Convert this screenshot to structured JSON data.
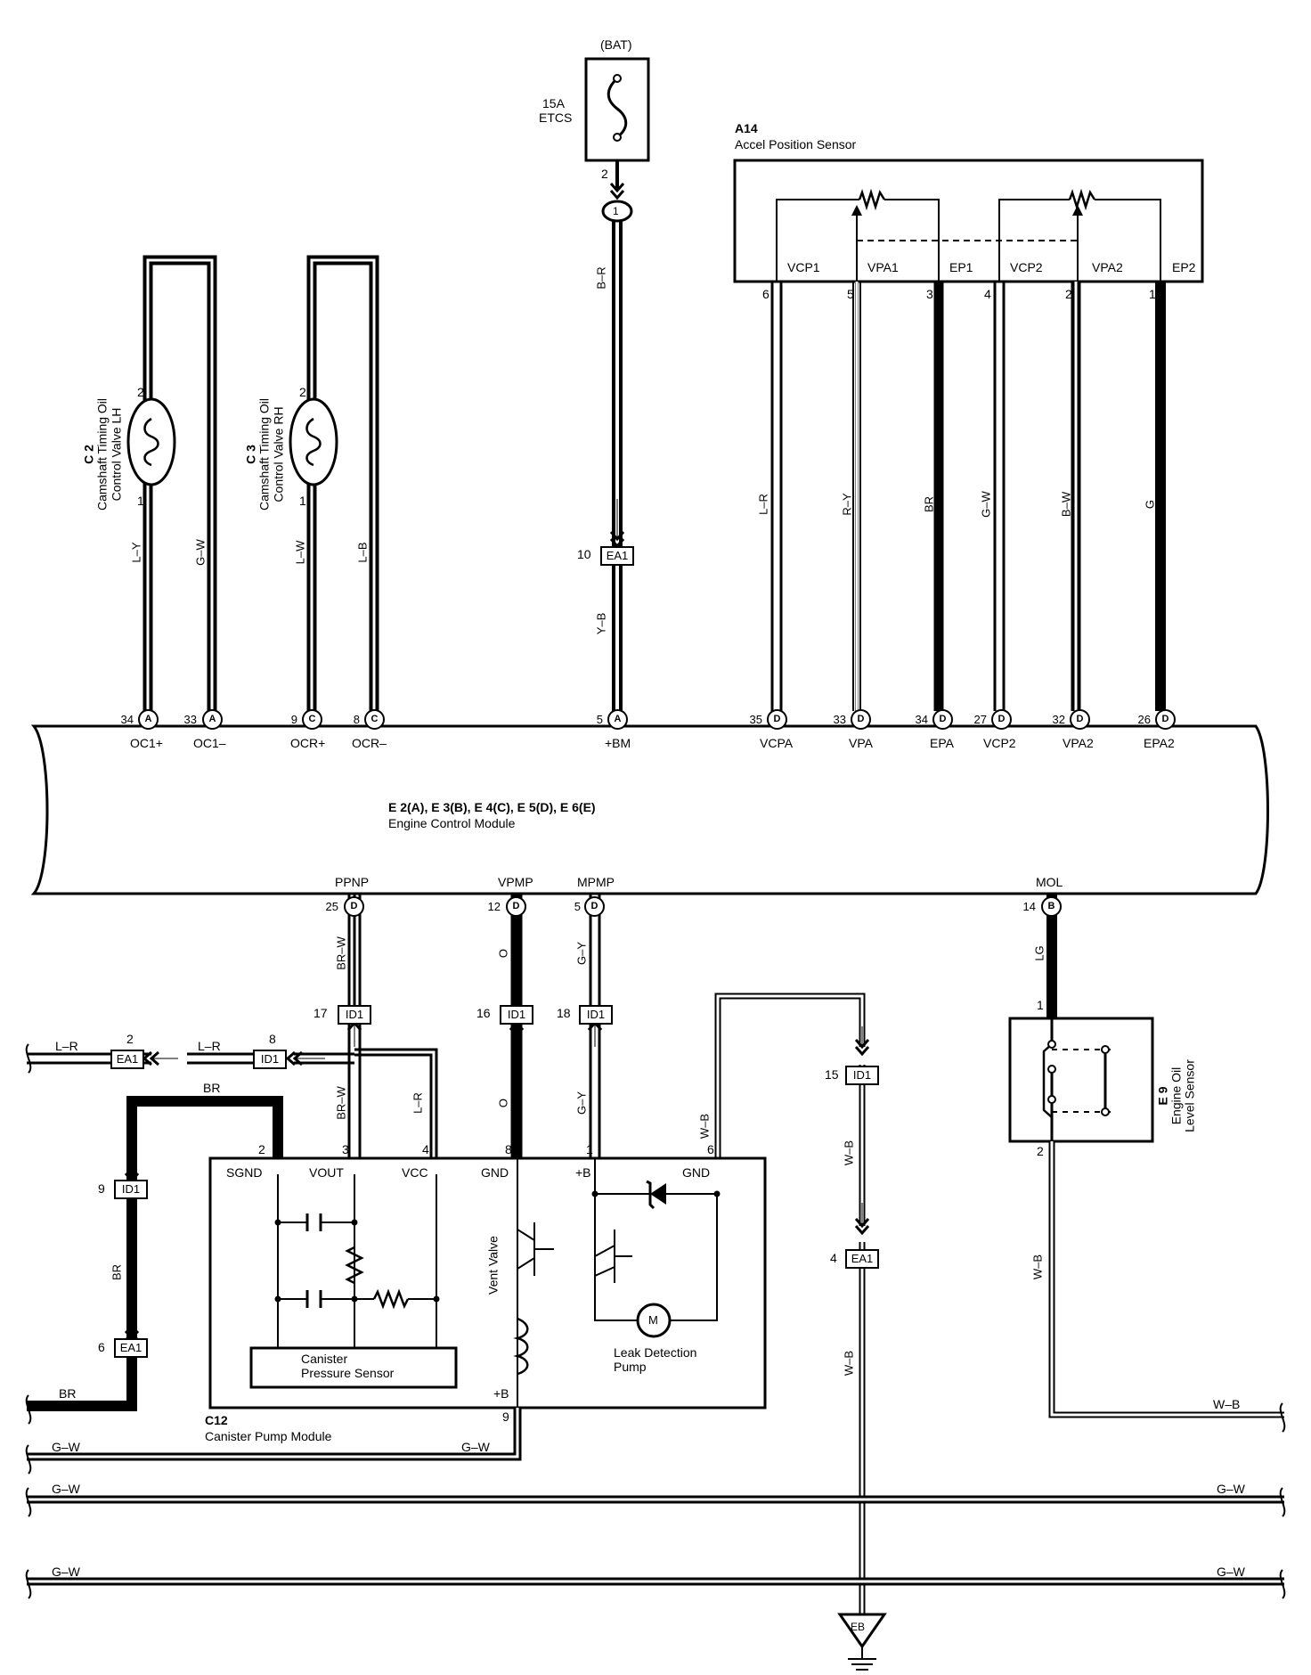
{
  "power": {
    "bat": "(BAT)",
    "fuse_amp": "15A",
    "fuse_name": "ETCS",
    "pin": "2",
    "junction": "1"
  },
  "aps": {
    "code": "A14",
    "name": "Accel Position Sensor",
    "terminals": [
      "VCP1",
      "VPA1",
      "EP1",
      "VCP2",
      "VPA2",
      "EP2"
    ],
    "pins": [
      "6",
      "5",
      "3",
      "4",
      "2",
      "1"
    ],
    "wires": [
      "L–R",
      "R–Y",
      "BR",
      "G–W",
      "B–W",
      "G"
    ]
  },
  "c2": {
    "code": "C 2",
    "name1": "Camshaft Timing Oil",
    "name2": "Control Valve LH",
    "pin_top": "2",
    "pin_bottom": "1",
    "wire1": "L–Y",
    "wire2": "G–W"
  },
  "c3": {
    "code": "C 3",
    "name1": "Camshaft Timing Oil",
    "name2": "Control Valve RH",
    "pin_top": "2",
    "pin_bottom": "1",
    "wire1": "L–W",
    "wire2": "L–B"
  },
  "bm": {
    "wire_top": "B–R",
    "conn": "EA1",
    "conn_pin": "10",
    "wire_bottom": "Y–B"
  },
  "ecm": {
    "label": "E 2(A), E 3(B), E 4(C), E 5(D), E 6(E)",
    "name": "Engine Control Module",
    "top": [
      {
        "pin": "34",
        "letter": "A",
        "name": "OC1+"
      },
      {
        "pin": "33",
        "letter": "A",
        "name": "OC1–"
      },
      {
        "pin": "9",
        "letter": "C",
        "name": "OCR+"
      },
      {
        "pin": "8",
        "letter": "C",
        "name": "OCR–"
      },
      {
        "pin": "5",
        "letter": "A",
        "name": "+BM"
      },
      {
        "pin": "35",
        "letter": "D",
        "name": "VCPA"
      },
      {
        "pin": "33",
        "letter": "D",
        "name": "VPA"
      },
      {
        "pin": "34",
        "letter": "D",
        "name": "EPA"
      },
      {
        "pin": "27",
        "letter": "D",
        "name": "VCP2"
      },
      {
        "pin": "32",
        "letter": "D",
        "name": "VPA2"
      },
      {
        "pin": "26",
        "letter": "D",
        "name": "EPA2"
      }
    ],
    "bottom": [
      {
        "pin": "25",
        "letter": "D",
        "name": "PPNP"
      },
      {
        "pin": "12",
        "letter": "D",
        "name": "VPMP"
      },
      {
        "pin": "5",
        "letter": "D",
        "name": "MPMP"
      },
      {
        "pin": "14",
        "letter": "B",
        "name": "MOL"
      }
    ]
  },
  "connectors": {
    "id1_17": {
      "pin": "17",
      "name": "ID1"
    },
    "id1_16": {
      "pin": "16",
      "name": "ID1"
    },
    "id1_18": {
      "pin": "18",
      "name": "ID1"
    },
    "id1_8": {
      "pin": "8",
      "name": "ID1"
    },
    "ea1_2": {
      "pin": "2",
      "name": "EA1"
    },
    "id1_9": {
      "pin": "9",
      "name": "ID1"
    },
    "ea1_6": {
      "pin": "6",
      "name": "EA1"
    },
    "id1_15": {
      "pin": "15",
      "name": "ID1"
    },
    "ea1_4": {
      "pin": "4",
      "name": "EA1"
    }
  },
  "wires": {
    "ppnp_top": "BR–W",
    "ppnp_bottom": "BR–W",
    "vpmp_top": "O",
    "vpmp_bottom": "O",
    "mpmp_top": "G–Y",
    "mpmp_bottom": "G–Y",
    "lr_left": "L–R",
    "lr_mid": "L–R",
    "lr_vcc": "L–R",
    "br_top": "BR",
    "br_mid": "BR",
    "br_bottom": "BR",
    "gnd_wb": "W–B",
    "wb_1": "W–B",
    "wb_2": "W–B",
    "mol": "LG",
    "oil_wb": "W–B",
    "oil_wb_h": "W–B",
    "gw1_left": "G–W",
    "gw1_mid": "G–W",
    "gw2_left": "G–W",
    "gw2_right": "G–W",
    "gw3_left": "G–W",
    "gw3_right": "G–W"
  },
  "pump": {
    "code": "C12",
    "name": "Canister Pump Module",
    "terms": [
      "SGND",
      "VOUT",
      "VCC",
      "GND",
      "+B",
      "GND"
    ],
    "pins": [
      "2",
      "3",
      "4",
      "8",
      "1",
      "6"
    ],
    "sensor1": "Canister",
    "sensor2": "Pressure Sensor",
    "vent": "Vent Valve",
    "vent_b": "+B",
    "vent_pin": "9",
    "motor": "M",
    "leak1": "Leak Detection",
    "leak2": "Pump"
  },
  "oil": {
    "code": "E 9",
    "name1": "Engine Oil",
    "name2": "Level Sensor",
    "pin_top": "1",
    "pin_bottom": "2"
  },
  "ground": {
    "name": "EB"
  }
}
